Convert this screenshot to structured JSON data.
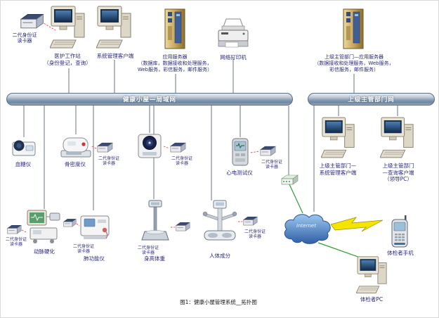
{
  "buses": {
    "lan": "健康小屋—局域网",
    "upper": "上级主管部门网"
  },
  "internet": "Internet",
  "caption": "图1：健康小屋管理系统__拓扑图",
  "labels": {
    "id_reader": "二代身份证\n读卡器",
    "workstation": "医护工作站\n（身份登记，查询）",
    "admin_client": "系统管理客户端",
    "app_server": "应用服务器\n（数据库，数据接收和处理服务，\nWeb服务，彩信服务，邮件服务）",
    "printer": "网络打印机",
    "upper_server": "上级主管部门—应用服务器\n（数据接收和处理服务，Web服务，\n彩信服务，邮件服务）",
    "glucose": "血糖仪",
    "bone_density": "骨密度仪",
    "ecg": "心电测试仪",
    "artery": "动脉硬化",
    "lung": "肺功能仪",
    "height_weight": "身高体重",
    "body_composition": "人体成分",
    "upper_admin_client": "上级主管部门—\n系统管理客户端",
    "upper_query_client": "上级主管部门\n—查询客户端\n（领导PC）",
    "phone": "体检者手机",
    "examinee_pc": "体检者PC"
  }
}
